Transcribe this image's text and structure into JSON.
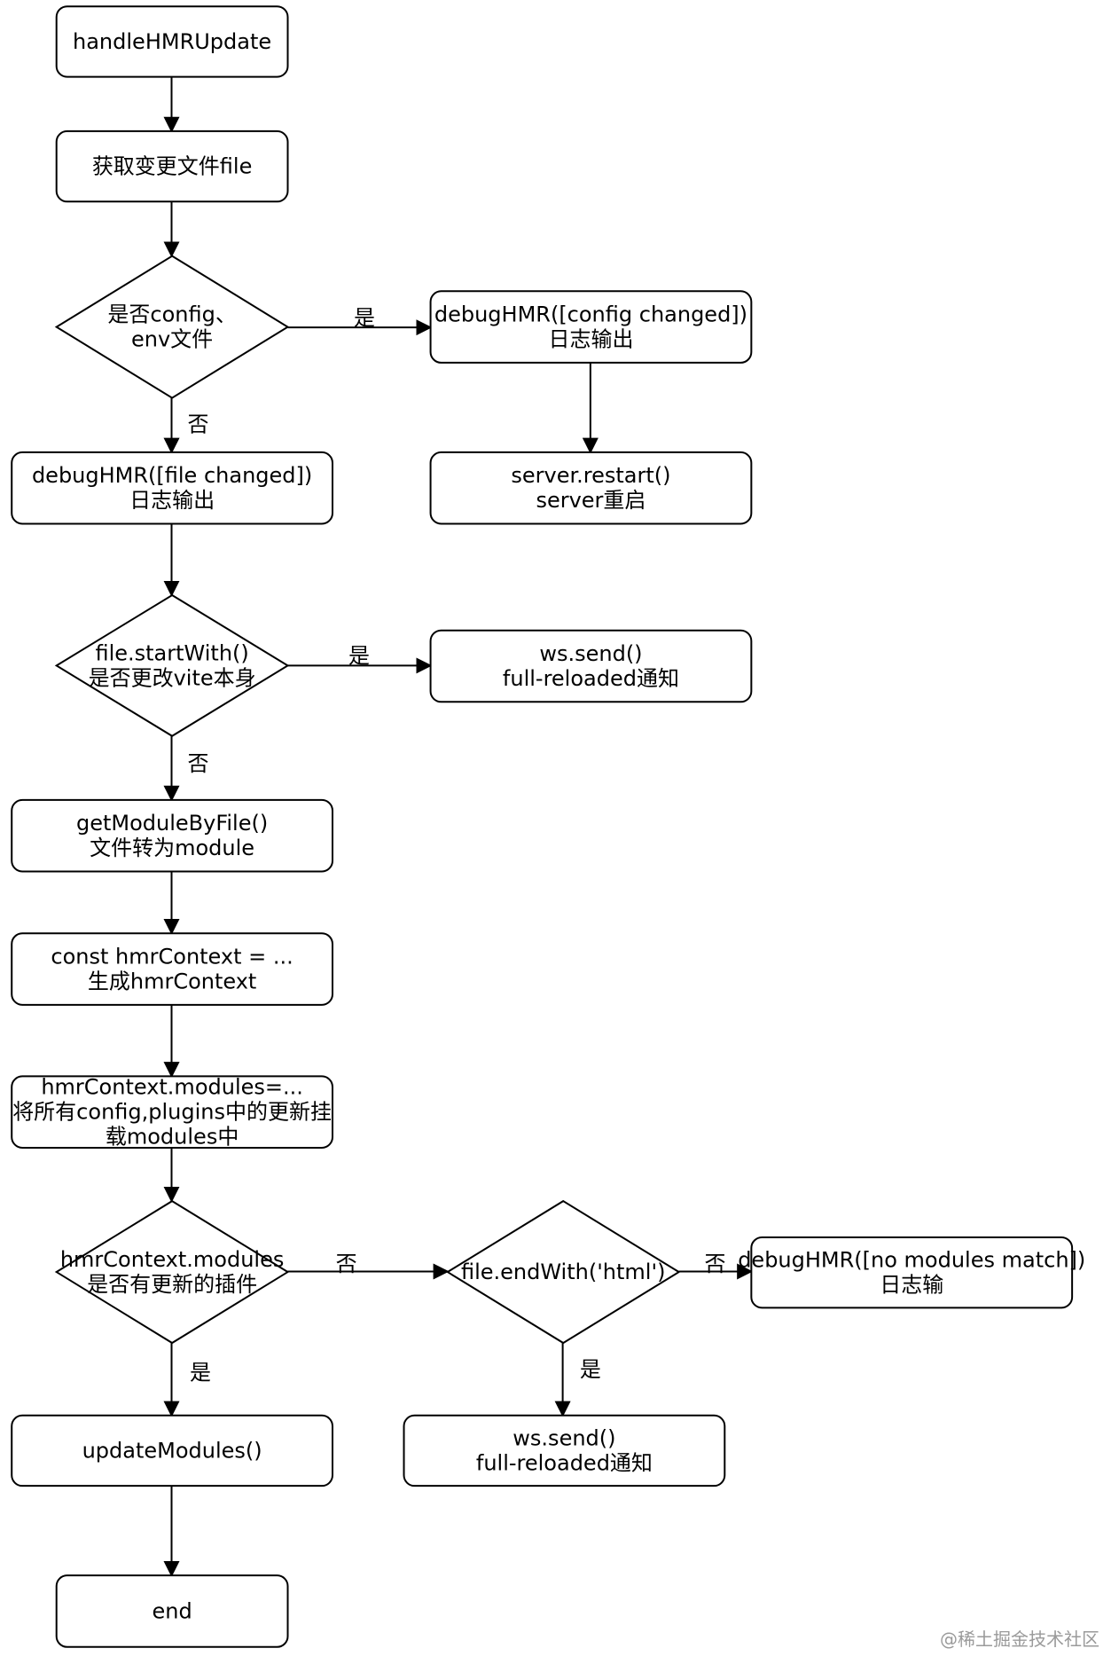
{
  "diagram": {
    "nodes": [
      {
        "id": "n_start",
        "shape": "rect",
        "lines": [
          "handleHMRUpdate"
        ]
      },
      {
        "id": "n_getfile",
        "shape": "rect",
        "lines": [
          "获取变更文件file"
        ]
      },
      {
        "id": "d_config",
        "shape": "diamond",
        "lines": [
          "是否config、",
          "env文件"
        ]
      },
      {
        "id": "n_debug_config",
        "shape": "rect",
        "lines": [
          "debugHMR([config changed])",
          "日志输出"
        ]
      },
      {
        "id": "n_debug_file",
        "shape": "rect",
        "lines": [
          "debugHMR([file changed])",
          "日志输出"
        ]
      },
      {
        "id": "n_restart",
        "shape": "rect",
        "lines": [
          "server.restart()",
          "server重启"
        ]
      },
      {
        "id": "d_vite",
        "shape": "diamond",
        "lines": [
          "file.startWith()",
          "是否更改vite本身"
        ]
      },
      {
        "id": "n_ws1",
        "shape": "rect",
        "lines": [
          "ws.send()",
          "full-reloaded通知"
        ]
      },
      {
        "id": "n_getmodule",
        "shape": "rect",
        "lines": [
          "getModuleByFile()",
          "文件转为module"
        ]
      },
      {
        "id": "n_ctx",
        "shape": "rect",
        "lines": [
          "const hmrContext = ...",
          "生成hmrContext"
        ]
      },
      {
        "id": "n_mods",
        "shape": "rect",
        "lines": [
          "hmrContext.modules=...",
          "将所有config,plugins中的更新挂",
          "载modules中"
        ]
      },
      {
        "id": "d_plugins",
        "shape": "diamond",
        "lines": [
          "hmrContext.modules",
          "是否有更新的插件"
        ]
      },
      {
        "id": "d_html",
        "shape": "diamond",
        "lines": [
          "file.endWith('html')"
        ]
      },
      {
        "id": "n_debug_nomatch",
        "shape": "rect",
        "lines": [
          "debugHMR([no modules match])",
          "日志输"
        ]
      },
      {
        "id": "n_update",
        "shape": "rect",
        "lines": [
          "updateModules()"
        ]
      },
      {
        "id": "n_ws2",
        "shape": "rect",
        "lines": [
          "ws.send()",
          "full-reloaded通知"
        ]
      },
      {
        "id": "n_end",
        "shape": "rect",
        "lines": [
          "end"
        ]
      }
    ],
    "edges": [
      {
        "from": "n_start",
        "to": "n_getfile",
        "label": ""
      },
      {
        "from": "n_getfile",
        "to": "d_config",
        "label": ""
      },
      {
        "from": "d_config",
        "to": "n_debug_config",
        "label": "是"
      },
      {
        "from": "n_debug_config",
        "to": "n_restart",
        "label": ""
      },
      {
        "from": "d_config",
        "to": "n_debug_file",
        "label": "否"
      },
      {
        "from": "n_debug_file",
        "to": "d_vite",
        "label": ""
      },
      {
        "from": "d_vite",
        "to": "n_ws1",
        "label": "是"
      },
      {
        "from": "d_vite",
        "to": "n_getmodule",
        "label": "否"
      },
      {
        "from": "n_getmodule",
        "to": "n_ctx",
        "label": ""
      },
      {
        "from": "n_ctx",
        "to": "n_mods",
        "label": ""
      },
      {
        "from": "n_mods",
        "to": "d_plugins",
        "label": ""
      },
      {
        "from": "d_plugins",
        "to": "d_html",
        "label": "否"
      },
      {
        "from": "d_html",
        "to": "n_debug_nomatch",
        "label": "否"
      },
      {
        "from": "d_plugins",
        "to": "n_update",
        "label": "是"
      },
      {
        "from": "d_html",
        "to": "n_ws2",
        "label": "是"
      },
      {
        "from": "n_update",
        "to": "n_end",
        "label": ""
      }
    ]
  },
  "watermark": "@稀土掘金技术社区"
}
